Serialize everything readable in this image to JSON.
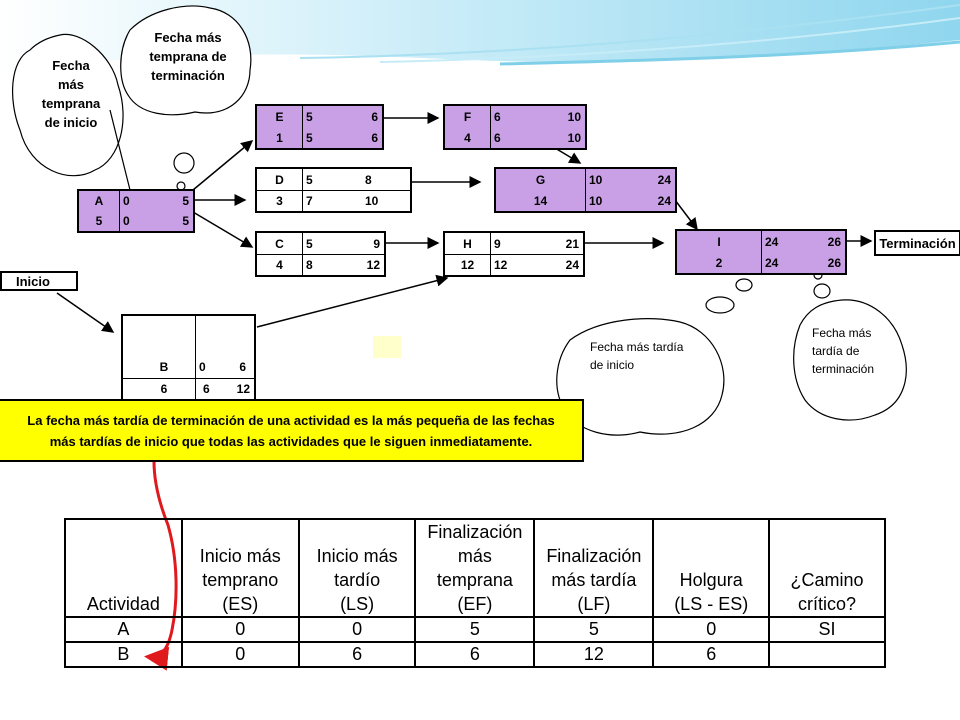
{
  "clouds": {
    "es_title": "Fecha\nmás\ntemprana\nde inicio",
    "ef_title": "Fecha más\ntemprana de\nterminación",
    "ls_title": "Fecha más tardía\nde inicio",
    "lf_title": "Fecha más\ntardía de\nterminación"
  },
  "labels": {
    "inicio": "Inicio",
    "terminacion": "Terminación"
  },
  "nodes": {
    "A": {
      "name": "A",
      "es": "0",
      "ef": "5",
      "dur": "5",
      "ls": "0",
      "lf": "5"
    },
    "B": {
      "name": "B",
      "es": "0",
      "ef": "6",
      "dur": "6",
      "ls": "6",
      "lf": "12"
    },
    "C": {
      "name": "C",
      "es": "5",
      "ef": "9",
      "dur": "4",
      "ls": "8",
      "lf": "12"
    },
    "D": {
      "name": "D",
      "es": "5",
      "ef": "8",
      "dur": "3",
      "ls": "7",
      "lf": "10"
    },
    "E": {
      "name": "E",
      "es": "5",
      "ef": "6",
      "dur": "1",
      "ls": "5",
      "lf": "6"
    },
    "F": {
      "name": "F",
      "es": "6",
      "ef": "10",
      "dur": "4",
      "ls": "6",
      "lf": "10"
    },
    "G": {
      "name": "G",
      "es": "10",
      "ef": "24",
      "dur": "14",
      "ls": "10",
      "lf": "24"
    },
    "H": {
      "name": "H",
      "es": "9",
      "ef": "21",
      "dur": "12",
      "ls": "12",
      "lf": "24"
    },
    "I": {
      "name": "I",
      "es": "24",
      "ef": "26",
      "dur": "2",
      "ls": "24",
      "lf": "26"
    }
  },
  "rule": {
    "line1": "La fecha más tardía de terminación de una actividad es la más pequeña de las fechas",
    "line2": "más tardías de inicio que todas las actividades que le siguen inmediatamente."
  },
  "table": {
    "headers": [
      "Actividad",
      "Inicio más\ntemprano\n(ES)",
      "Inicio más\ntardío\n(LS)",
      "Finalización\nmás\ntemprana\n(EF)",
      "Finalización\nmás tardía\n(LF)",
      "Holgura\n(LS - ES)",
      "¿Camino\ncrítico?"
    ],
    "rows": [
      [
        "A",
        "0",
        "0",
        "5",
        "5",
        "0",
        "SI"
      ],
      [
        "B",
        "0",
        "6",
        "6",
        "12",
        "6",
        ""
      ]
    ]
  },
  "colors": {
    "node_fill": "#c9a0e6",
    "highlight": "#ffff00",
    "annotation": "#e0191c",
    "banner": "#9fdcf0"
  }
}
